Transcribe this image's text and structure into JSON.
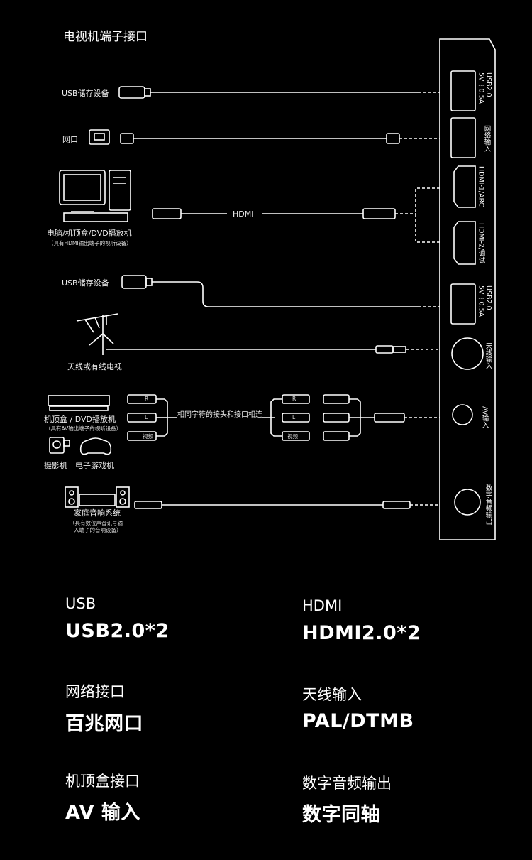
{
  "title": "电视机端子接口",
  "devices": {
    "usb1": "USB储存设备",
    "network": "网口",
    "pc": "电脑/机顶盒/DVD播放机",
    "pc_note": "（具有HDMI输出端子的视听设备）",
    "hdmi_cable": "HDMI",
    "usb2": "USB储存设备",
    "antenna": "天线或有线电视",
    "stb": "机顶盒 / DVD播放机",
    "stb_note": "（具有AV输出端子的视听设备）",
    "camera": "摄影机",
    "game": "电子游戏机",
    "audio": "家庭音响系统",
    "audio_note1": "（具有数位声音讯号输",
    "audio_note2": "入端子的音响设备）",
    "color_note": "相同字符的接头和接口相连",
    "rca_r": "R",
    "rca_l": "L",
    "rca_video": "视频"
  },
  "ports": {
    "usb_a_line1": "USB2.0",
    "usb_a_line2": "5V⎓0.5A",
    "lan": "网络输入",
    "hdmi1": "HDMI-1/ARC",
    "hdmi2": "HDMI-2/调试",
    "usb_b_line1": "USB2.0",
    "usb_b_line2": "5V⎓0.5A",
    "antenna": "天线输入",
    "av": "AV输入",
    "spdif": "数字音频输出"
  },
  "specs": [
    {
      "key": "USB",
      "value": "USB2.0*2"
    },
    {
      "key": "HDMI",
      "value": "HDMI2.0*2"
    },
    {
      "key": "网络接口",
      "value": "百兆网口"
    },
    {
      "key": "天线输入",
      "value": "PAL/DTMB"
    },
    {
      "key": "机顶盒接口",
      "value": "AV 输入"
    },
    {
      "key": "数字音频输出",
      "value": "数字同轴"
    }
  ]
}
